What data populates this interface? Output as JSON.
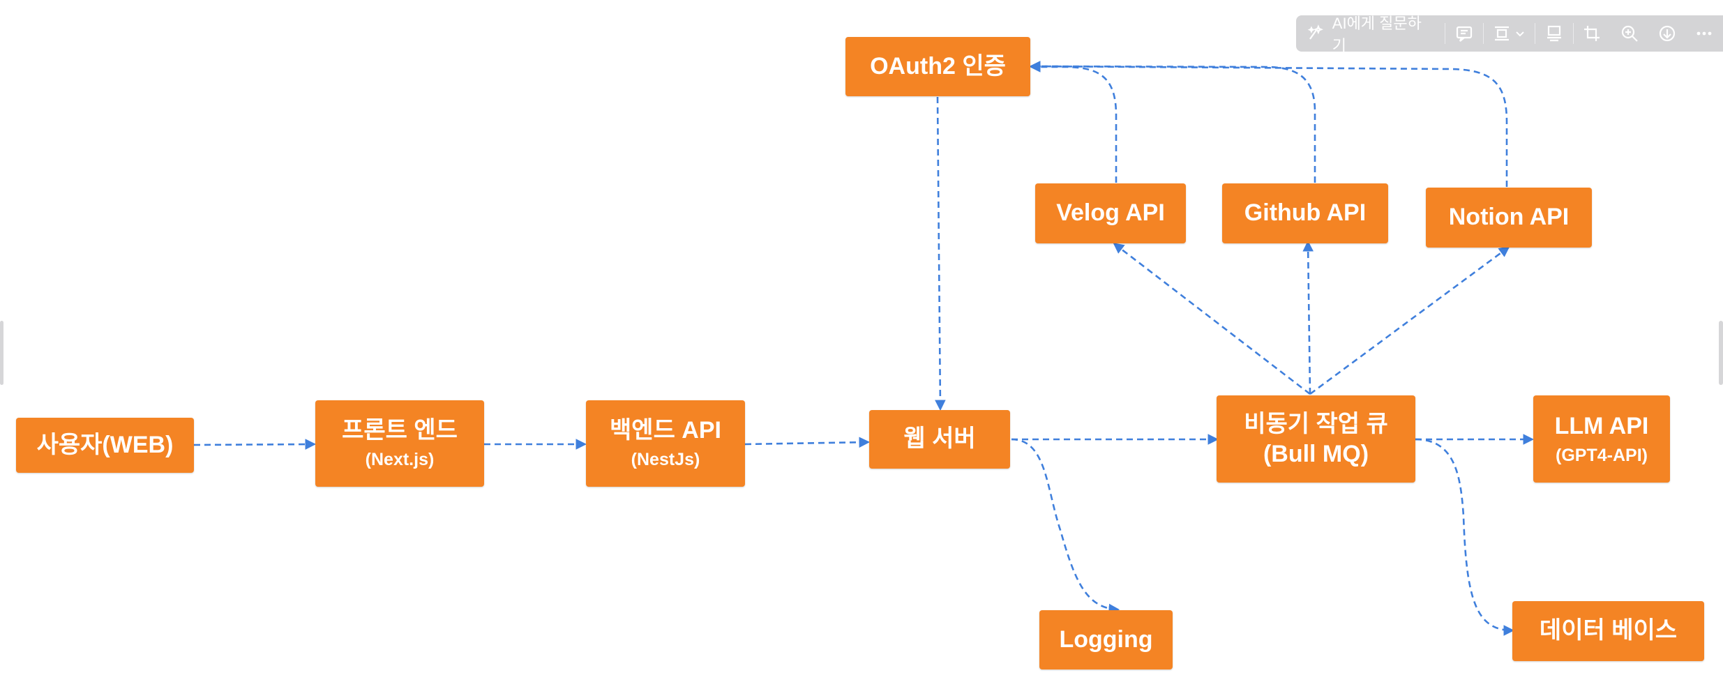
{
  "toolbar": {
    "ask_ai_label": "AI에게 질문하기",
    "icons": [
      "ai-sparkle-icon",
      "comment-icon",
      "layout-icon",
      "chevron-down-icon",
      "caption-icon",
      "crop-icon",
      "zoom-in-icon",
      "download-icon",
      "more-icon"
    ]
  },
  "nodes": {
    "user": {
      "title": "사용자(WEB)"
    },
    "frontend": {
      "title": "프론트 엔드",
      "subtitle": "(Next.js)"
    },
    "backend": {
      "title": "백엔드 API",
      "subtitle": "(NestJs)"
    },
    "webserver": {
      "title": "웹 서버"
    },
    "oauth": {
      "title": "OAuth2 인증"
    },
    "velog": {
      "title": "Velog API"
    },
    "github": {
      "title": "Github API"
    },
    "notion": {
      "title": "Notion API"
    },
    "queue": {
      "title": "비동기 작업 큐",
      "subtitle": "(Bull MQ)"
    },
    "llm": {
      "title": "LLM API",
      "subtitle": "(GPT4-API)"
    },
    "logging": {
      "title": "Logging"
    },
    "database": {
      "title": "데이터 베이스"
    }
  },
  "colors": {
    "node_fill": "#f48424",
    "node_text": "#ffffff",
    "edge": "#3f7fdc",
    "toolbar_bg": "#d4d4d6"
  }
}
